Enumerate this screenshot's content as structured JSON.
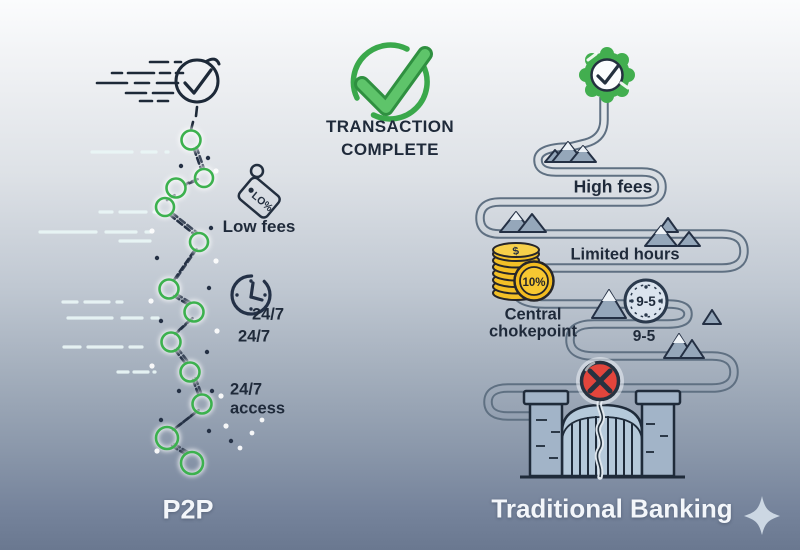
{
  "center": {
    "line1": "TRANSACTION",
    "line2": "COMPLETE"
  },
  "p2p": {
    "label": "P2P",
    "tag": "LO%",
    "low_fees": "Low fees",
    "clock": "24/7",
    "clock_sub": "24/7",
    "access1": "24/7",
    "access2": "access"
  },
  "bank": {
    "label": "Traditional Banking",
    "high_fees": "High fees",
    "limited_hours": "Limited hours",
    "coin_top": "$",
    "coin_badge": "10%",
    "choke1": "Central",
    "choke2": "chokepoint",
    "clock": "9-5",
    "hours": "9-5"
  },
  "colors": {
    "green": "#3cb14e",
    "check_fill": "#5ec46a",
    "navy": "#243044",
    "red": "#e2453c",
    "gold": "#f2bd22",
    "road": "#5f7082",
    "mountain": "#95a7ba",
    "gate": "#a6b8cb",
    "label_white": "#f3f6fa"
  }
}
